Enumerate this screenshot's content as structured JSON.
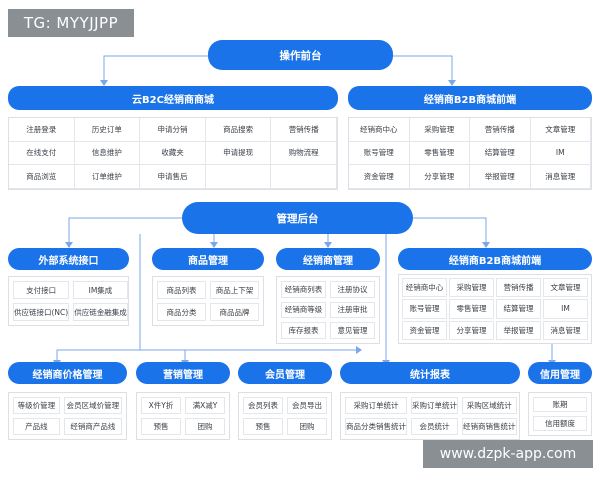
{
  "watermarks": {
    "top_left": "TG: MYYJJPP",
    "bottom_right": "www.dzpk-app.com"
  },
  "colors": {
    "accent": "#1a73e8",
    "cell_border": "#e3e6ea",
    "line": "#7aa7e8"
  },
  "top": {
    "title": "操作前台",
    "left": {
      "title": "云B2C经销商商城",
      "items": [
        "注册登录",
        "历史订单",
        "申请分销",
        "商品搜索",
        "营销传播",
        "在线支付",
        "信息维护",
        "收藏夹",
        "申请提现",
        "购物流程",
        "商品浏览",
        "订单维护",
        "申请售后"
      ]
    },
    "right": {
      "title": "经销商B2B商城前端",
      "items": [
        "经销商中心",
        "采购管理",
        "营销传播",
        "文章管理",
        "账号管理",
        "零售管理",
        "结算管理",
        "IM",
        "资金管理",
        "分享管理",
        "举报管理",
        "消息管理"
      ]
    }
  },
  "middle": {
    "title": "管理后台",
    "external": {
      "title": "外部系统接口",
      "items": [
        "支付接口",
        "IM集成",
        "供应链接口(NC)",
        "供应链金融集成"
      ]
    },
    "product": {
      "title": "商品管理",
      "items": [
        "商品列表",
        "商品上下架",
        "商品分类",
        "商品品牌"
      ]
    },
    "dealer": {
      "title": "经销商管理",
      "items": [
        "经销商列表",
        "注册协议",
        "经销商等级",
        "注册审批",
        "库存报表",
        "意见管理"
      ]
    },
    "b2b": {
      "title": "经销商B2B商城前端",
      "items": [
        "经销商中心",
        "采购管理",
        "营销传播",
        "文章管理",
        "账号管理",
        "零售管理",
        "结算管理",
        "IM",
        "资金管理",
        "分享管理",
        "举报管理",
        "消息管理"
      ]
    }
  },
  "bottom": {
    "price": {
      "title": "经销商价格管理",
      "items": [
        "等级价管理",
        "会员区域价管理",
        "产品线",
        "经销商产品线"
      ]
    },
    "marketing": {
      "title": "营销管理",
      "items": [
        "X件Y折",
        "满X减Y",
        "预售",
        "团购"
      ]
    },
    "member": {
      "title": "会员管理",
      "items": [
        "会员列表",
        "会员导出",
        "预售",
        "团购"
      ]
    },
    "stats": {
      "title": "统计报表",
      "items": [
        "采购订单统计",
        "采购订单统计",
        "采购区域统计",
        "商品分类销售统计",
        "会员统计",
        "经销商销售统计"
      ]
    },
    "credit": {
      "title": "信用管理",
      "items": [
        "账期",
        "信用额度"
      ]
    }
  }
}
